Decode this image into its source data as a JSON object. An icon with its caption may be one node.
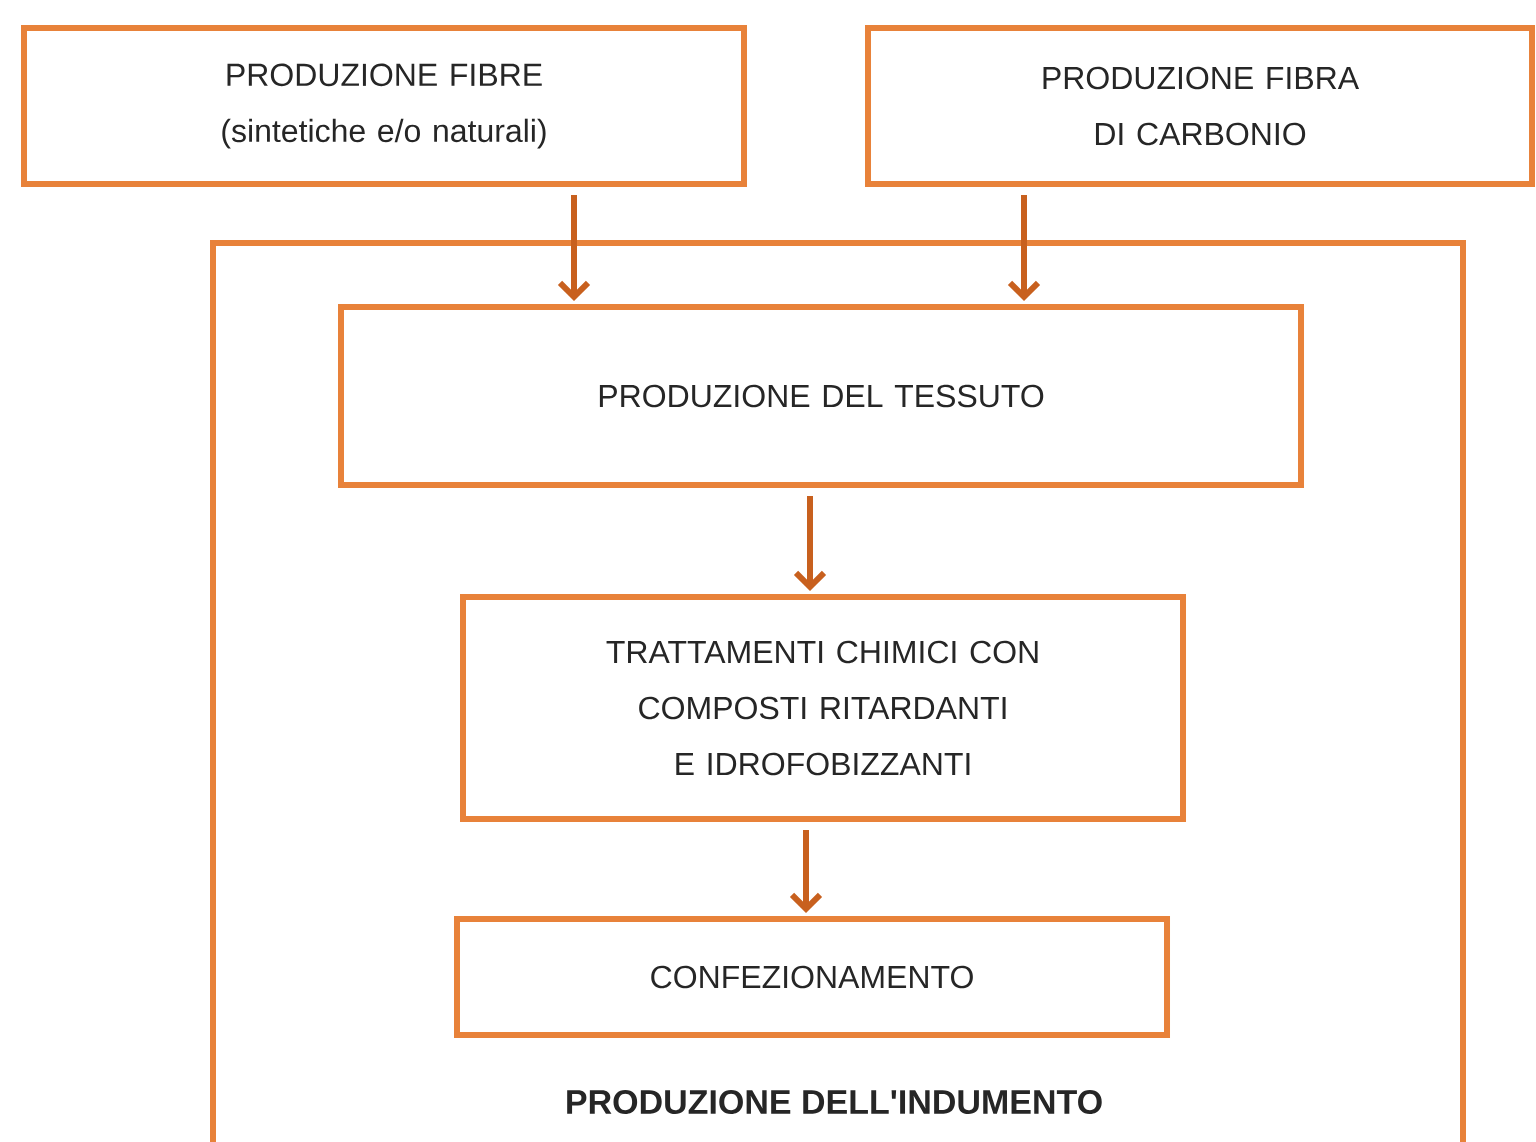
{
  "diagram": {
    "nodes": [
      {
        "text": [
          "PRODUZIONE FIBRE",
          "(sintetiche e/o naturali)"
        ]
      },
      {
        "text": [
          "PRODUZIONE FIBRA DI CARBONIO"
        ]
      },
      {
        "text": [
          "PRODUZIONE DELL'INDUMENTO"
        ]
      },
      {
        "text": [
          "PRODUZIONE DEL TESSUTO"
        ],
        "in": 2
      },
      {
        "text": [
          "TRATTAMENTI CHIMICI CON COMPOSTI RITARDANTI E IDROFOBIZZANTI"
        ],
        "in": 2
      },
      {
        "text": [
          "CONFEZIONAMENTO"
        ],
        "in": 2
      }
    ],
    "edges": [
      {
        "from": 0,
        "to": 3,
        "arrow": "to"
      },
      {
        "from": 1,
        "to": 3,
        "arrow": "to"
      },
      {
        "from": 3,
        "to": 4,
        "arrow": "to"
      },
      {
        "from": 4,
        "to": 5,
        "arrow": "to"
      }
    ]
  }
}
